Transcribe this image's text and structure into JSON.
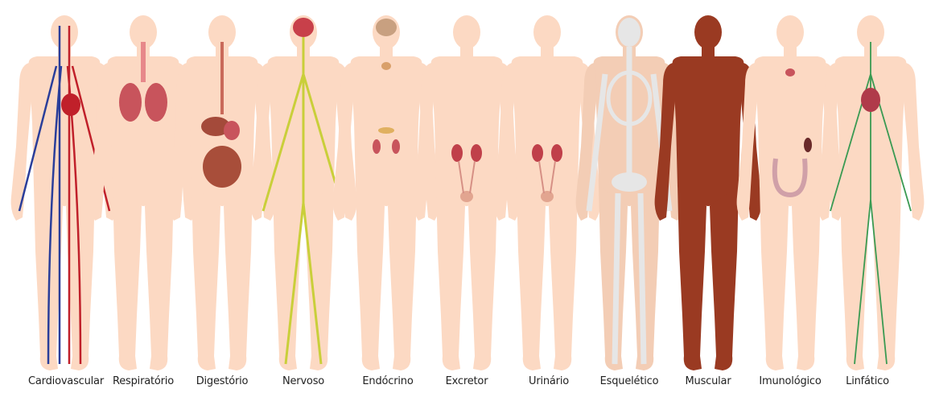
{
  "figure": {
    "systems": [
      {
        "label": "Cardiovascular",
        "organ": "heart-vessels"
      },
      {
        "label": "Respiratório",
        "organ": "lungs"
      },
      {
        "label": "Digestório",
        "organ": "digestive-tract"
      },
      {
        "label": "Nervoso",
        "organ": "brain-nerves"
      },
      {
        "label": "Endócrino",
        "organ": "glands"
      },
      {
        "label": "Excretor",
        "organ": "kidneys-bladder"
      },
      {
        "label": "Urinário",
        "organ": "kidneys-bladder"
      },
      {
        "label": "Esquelético",
        "organ": "skeleton"
      },
      {
        "label": "Muscular",
        "organ": "muscles"
      },
      {
        "label": "Imunológico",
        "organ": "lymph-nodes"
      },
      {
        "label": "Linfático",
        "organ": "lymph-vessels"
      }
    ],
    "colors": {
      "skin": "#fcd9c3",
      "artery": "#c0202a",
      "vein": "#2a3e9a",
      "nerve": "#c9cf3a",
      "bone": "#e6e6e6",
      "muscle": "#9a3a22",
      "organ": "#c8545c",
      "lymph": "#3a9a52"
    }
  }
}
